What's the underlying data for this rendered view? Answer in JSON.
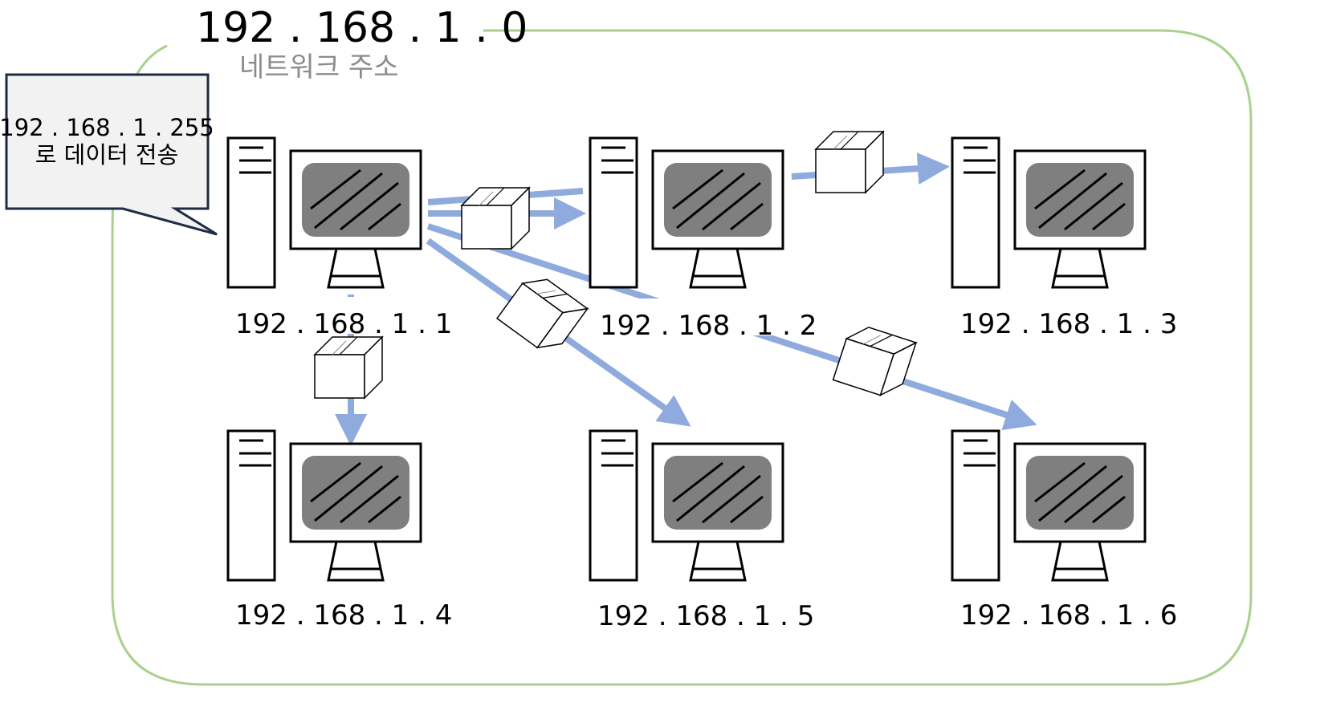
{
  "network": {
    "address": "192 . 168 . 1 . 0",
    "subtitle": "네트워크 주소"
  },
  "callout": {
    "line1": "192 . 168 . 1 . 255",
    "line2": "로 데이터 전송"
  },
  "hosts": [
    {
      "label": "192 . 168 . 1 . 1"
    },
    {
      "label": "192 . 168 . 1 . 2"
    },
    {
      "label": "192 . 168 . 1 . 3"
    },
    {
      "label": "192 . 168 . 1 . 4"
    },
    {
      "label": "192 . 168 . 1 . 5"
    },
    {
      "label": "192 . 168 . 1 . 6"
    }
  ],
  "colors": {
    "network_border": "#a9d18e",
    "arrow": "#8faadc",
    "screen": "#7f7f7f",
    "callout_fill": "#f2f2f2",
    "callout_border": "#1f2a44"
  }
}
